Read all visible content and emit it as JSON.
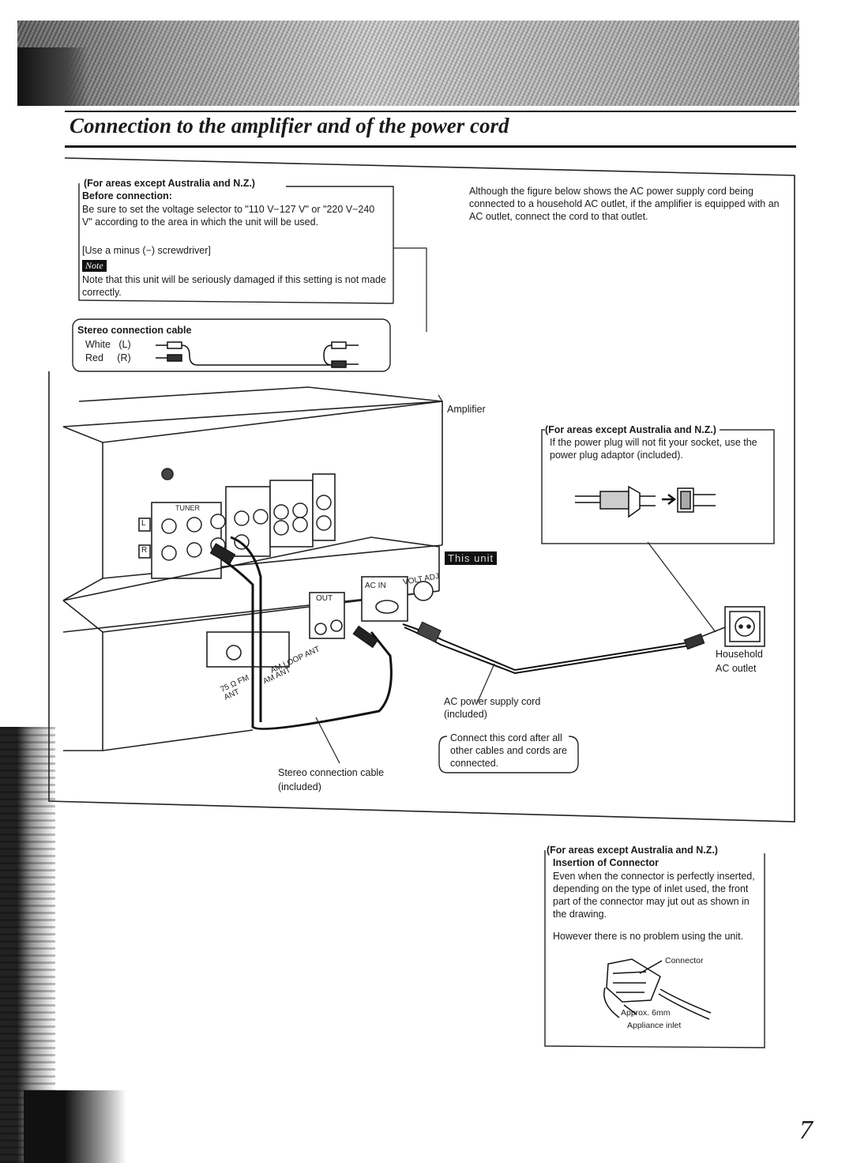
{
  "header": {
    "title": "Connection to the amplifier and of the power cord"
  },
  "voltage_box": {
    "area_tag": "(For areas except Australia and N.Z.)",
    "heading": "Before connection:",
    "body": "Be sure to set the voltage selector to \"110 V−127 V\" or \"220 V−240 V\" according to the area in which the unit will be used.",
    "tool": "[Use a minus (−) screwdriver]",
    "note_label": "Note",
    "note_text": "Note that this unit will be seriously damaged if this setting is not made correctly."
  },
  "cable_box": {
    "title": "Stereo connection cable",
    "white": "White   (L)",
    "red": "Red     (R)"
  },
  "intro_text": "Although the figure below shows the AC power supply cord being connected to a household AC outlet, if the amplifier is equipped with an AC outlet, connect the cord to that outlet.",
  "diagram_labels": {
    "amplifier": "Amplifier",
    "this_unit": "This unit",
    "tuner": "TUNER",
    "l": "L",
    "r": "R",
    "out": "OUT",
    "ac_in": "AC IN",
    "volt_adj": "VOLT ADJ",
    "am_loop_ant": "AM LOOP ANT",
    "am_ant": "AM ANT",
    "fm_ant": "75 Ω FM ANT",
    "household_1": "Household",
    "household_2": "AC outlet",
    "ac_cord_1": "AC power supply cord",
    "ac_cord_2": "(included)",
    "stereo_cable_1": "Stereo connection cable",
    "stereo_cable_2": "(included)"
  },
  "plug_box": {
    "area_tag": "(For areas except Australia and N.Z.)",
    "text": "If the power plug will not fit your socket, use the power plug adaptor (included)."
  },
  "connect_note": "Connect this cord after all other cables and cords are connected.",
  "insertion_box": {
    "area_tag": "(For areas except Australia and N.Z.)",
    "heading": "Insertion of Connector",
    "body": "Even when the connector is perfectly inserted, depending on the type of inlet used, the front part of the connector may jut out as shown in the drawing.",
    "body2": "However there is no problem using the unit.",
    "connector": "Connector",
    "approx": "Approx. 6mm",
    "inlet": "Appliance inlet"
  },
  "page_number": "7"
}
